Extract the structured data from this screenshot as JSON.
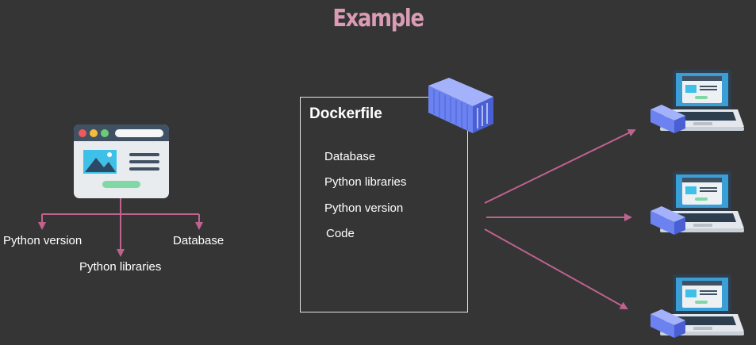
{
  "title": "Example",
  "app_labels": {
    "left": "Python version",
    "center": "Python libraries",
    "right": "Database"
  },
  "dockerfile": {
    "title": "Dockerfile",
    "items": [
      "Database",
      "Python libraries",
      "Python version",
      "Code"
    ]
  },
  "icons": {
    "app": "browser-window-icon",
    "container": "shipping-container-icon",
    "laptop": "laptop-icon"
  },
  "colors": {
    "background": "#353535",
    "title": "#d99cb4",
    "arrow": "#c0628f",
    "container": "#6b82f0",
    "laptop_screen": "#3a9fd6"
  }
}
